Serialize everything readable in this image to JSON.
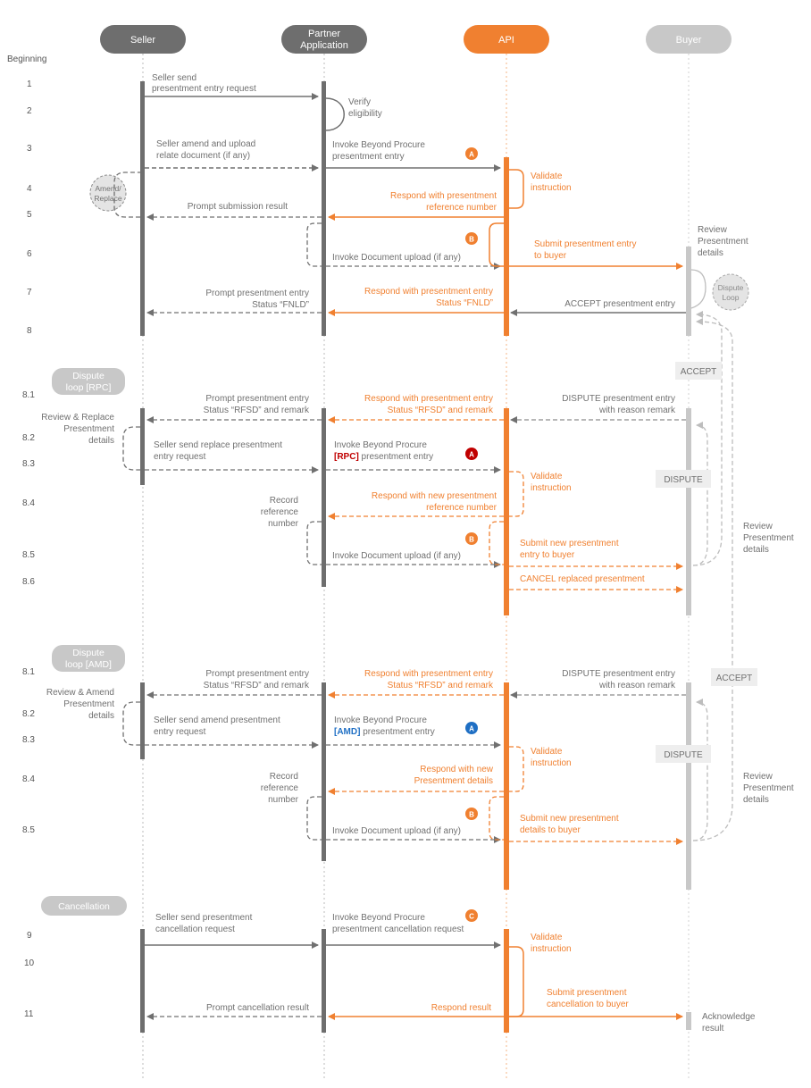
{
  "actors": {
    "seller": "Seller",
    "partner_line1": "Partner",
    "partner_line2": "Application",
    "api": "API",
    "buyer": "Buyer"
  },
  "colors": {
    "gray": "#707070",
    "dark_bar": "#6e6e6e",
    "light_gray": "#bdbdbd",
    "orange": "#f08030",
    "red_badge": "#c00000",
    "blue_badge": "#1f6fc4",
    "section_pill": "#c8c8c8"
  },
  "steps": {
    "beginning": "Beginning",
    "s1": "1",
    "s2": "2",
    "s3": "3",
    "s4": "4",
    "s5": "5",
    "s6": "6",
    "s7": "7",
    "s8": "8",
    "r81": "8.1",
    "r82": "8.2",
    "r83": "8.3",
    "r84": "8.4",
    "r85": "8.5",
    "r86": "8.6",
    "a81": "8.1",
    "a82": "8.2",
    "a83": "8.3",
    "a84": "8.4",
    "a85": "8.5",
    "s9": "9",
    "s10": "10",
    "s11": "11"
  },
  "sections": {
    "rpc_line1": "Dispute",
    "rpc_line2": "loop [RPC]",
    "amd_line1": "Dispute",
    "amd_line2": "loop [AMD]",
    "cancellation": "Cancellation"
  },
  "badges": {
    "a": "A",
    "b": "B",
    "c": "C"
  },
  "main": {
    "m1_l1": "Seller send",
    "m1_l2": "presentment entry request",
    "verify_l1": "Verify",
    "verify_l2": "eligibility",
    "m3_l1": "Seller amend and upload",
    "m3_l2": "relate document (if any)",
    "invoke_l1": "Invoke Beyond Procure",
    "invoke_l2": "presentment entry",
    "validate_l1": "Validate",
    "validate_l2": "instruction",
    "amend_l1": "Amend/",
    "amend_l2": "Replace",
    "respond_ref_l1": "Respond with presentment",
    "respond_ref_l2": "reference number",
    "prompt_submission": "Prompt submission result",
    "doc_upload": "Invoke Document upload (if any)",
    "submit_l1": "Submit presentment entry",
    "submit_l2": "to buyer",
    "review_l1": "Review",
    "review_l2": "Presentment",
    "review_l3": "details",
    "dispute_loop_l1": "Dispute",
    "dispute_loop_l2": "Loop",
    "prompt_fnld_l1": "Prompt presentment entry",
    "prompt_fnld_l2": "Status “FNLD”",
    "respond_fnld_l1": "Respond with presentment entry",
    "respond_fnld_l2": "Status “FNLD”",
    "accept_entry": "ACCEPT presentment entry",
    "accept_label": "ACCEPT"
  },
  "rpc": {
    "prompt_l1": "Prompt presentment entry",
    "prompt_l2": "Status “RFSD” and remark",
    "respond_l1": "Respond with presentment entry",
    "respond_l2": "Status “RFSD” and remark",
    "dispute_l1": "DISPUTE presentment entry",
    "dispute_l2": "with reason remark",
    "review_replace_l1": "Review & Replace",
    "review_replace_l2": "Presentment",
    "review_replace_l3": "details",
    "seller_l1": "Seller send replace presentment",
    "seller_l2": "entry request",
    "invoke_l1": "Invoke Beyond Procure",
    "invoke_tag": "[RPC]",
    "invoke_l2": " presentment entry",
    "validate_l1": "Validate",
    "validate_l2": "instruction",
    "dispute_label": "DISPUTE",
    "respond_new_l1": "Respond with new presentment",
    "respond_new_l2": "reference number",
    "record_l1": "Record",
    "record_l2": "reference",
    "record_l3": "number",
    "doc_upload": "Invoke Document upload (if any)",
    "submit_l1": "Submit new presentment",
    "submit_l2": "entry to buyer",
    "cancel": "CANCEL replaced presentment",
    "review_l1": "Review",
    "review_l2": "Presentment",
    "review_l3": "details"
  },
  "amd": {
    "accept_label": "ACCEPT",
    "prompt_l1": "Prompt presentment entry",
    "prompt_l2": "Status “RFSD” and remark",
    "respond_l1": "Respond with presentment entry",
    "respond_l2": "Status “RFSD” and remark",
    "dispute_l1": "DISPUTE presentment entry",
    "dispute_l2": "with reason remark",
    "review_amend_l1": "Review & Amend",
    "review_amend_l2": "Presentment",
    "review_amend_l3": "details",
    "seller_l1": "Seller send amend presentment",
    "seller_l2": "entry request",
    "invoke_l1": "Invoke Beyond Procure",
    "invoke_tag": "[AMD]",
    "invoke_l2": " presentment entry",
    "validate_l1": "Validate",
    "validate_l2": "instruction",
    "dispute_label": "DISPUTE",
    "respond_new_l1": "Respond with new",
    "respond_new_l2": "Presentment details",
    "record_l1": "Record",
    "record_l2": "reference",
    "record_l3": "number",
    "doc_upload": "Invoke Document upload (if any)",
    "submit_l1": "Submit new presentment",
    "submit_l2": "details to buyer",
    "review_l1": "Review",
    "review_l2": "Presentment",
    "review_l3": "details"
  },
  "cancel": {
    "seller_l1": "Seller send presentment",
    "seller_l2": "cancellation request",
    "invoke_l1": "Invoke Beyond Procure",
    "invoke_l2": "presentment cancellation request",
    "validate_l1": "Validate",
    "validate_l2": "instruction",
    "submit_l1": "Submit presentment",
    "submit_l2": "cancellation to buyer",
    "prompt_result": "Prompt cancellation result",
    "respond_result": "Respond result",
    "ack_l1": "Acknowledge",
    "ack_l2": "result"
  }
}
